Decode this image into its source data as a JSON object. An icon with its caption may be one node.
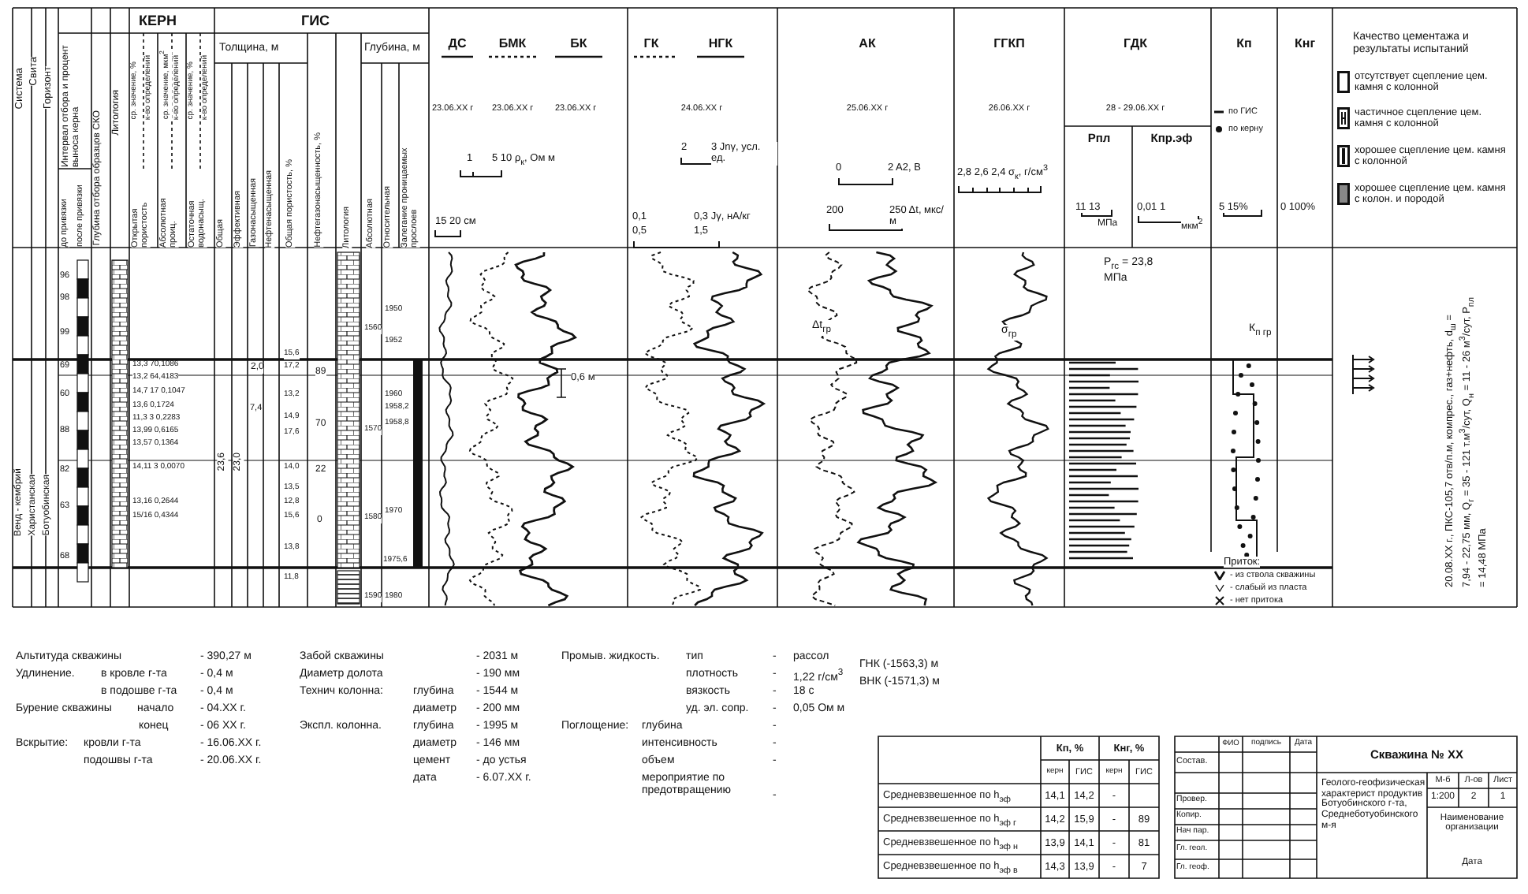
{
  "diagram": {
    "labels": [
      "КЕРН",
      "ГИС",
      "Система",
      "Свита",
      "Горизонт",
      "Интервал отбора и процент выноса керна",
      "до привязки",
      "после привязки",
      "Глубина отбора образцов СКО",
      "Литология",
      "ср. значение, %",
      "к-во определений",
      "ср. значение, мкм$^{2}$",
      "к-во определений",
      "ср. значение, %",
      "к-во определений",
      "Открытая пористость",
      "Абсолютная проиц.",
      "Остаточная водонасыщ.",
      "Толщина, м",
      "Общая",
      "Эффективная",
      "Газонасыщенная",
      "Нефтенасыщенная",
      "Общая пористость, %",
      "Нефтегазонасыщенность, %",
      "Литология",
      "Глубина, м",
      "Абсолютная",
      "Относительная",
      "Залегание проницаемых прослоев",
      "ДС",
      "БМК",
      "БК",
      "ГК",
      "НГК",
      "АК",
      "ГГКП",
      "ГДК",
      "Кп",
      "Кнг",
      "23.06.XX г",
      "23.06.XX г",
      "23.06.XX г",
      "24.06.XX г",
      "25.06.XX г",
      "26.06.XX г",
      "28 - 29.06.XX г",
      "1",
      "5 10 ρ$_{к}$, Ом м",
      "15 20 см",
      "2",
      "3 Jnγ, усл. ед.",
      "0,1",
      "0,5",
      "0,3 Jγ, нА/кг",
      "1,5",
      "0",
      "2 A2, B",
      "200",
      "250 Δt, мкс/м",
      "2,8 2,6 2,4 σ$_{к}$, г/см$^{3}$",
      "Рпл",
      "Кпр.эф",
      "11 13",
      "МПа",
      "0,01 1",
      "мкм$^{2}$",
      "5 15%",
      "0 100%",
      "Качество цементажа и результаты испытаний",
      "Венд - кембрий",
      "Харистанская",
      "Ботуобинская",
      "96",
      "98",
      "99",
      "69",
      "60",
      "88",
      "82",
      "63",
      "68",
      "13,3 70,1086",
      "13,2 64,4183",
      "14,7 17 0,1047",
      "13,6 0,1724",
      "11,3 3 0,2283",
      "13,99 0,6165",
      "13,57 0,1364",
      "14,11 3 0,0070",
      "13,16 0,2644",
      "15/16 0,4344",
      "23,6",
      "23,0",
      "2,0",
      "7,4",
      "15,6",
      "17,2",
      "13,2",
      "14,9",
      "17,6",
      "14,0",
      "13,5",
      "12,8",
      "15,6",
      "13,8",
      "11,8",
      "89",
      "70",
      "22",
      "0",
      "1560",
      "1950",
      "1952",
      "1960",
      "1958,2",
      "1570",
      "1958,8",
      "1580",
      "1970",
      "1975,6",
      "1590",
      "1980",
      "0,6 м",
      "Δt$_{гр}$",
      "σ$_{гр}$",
      "Р$_{гс}$ = 23,8 МПа",
      "К$_{п гр}$",
      "Приток:",
      "20.08.XX г., ПКС-105,7 отв/п.м, компрес., газ+нефть, d$_{ш}$ = 7,94 - 22,75 мм, Q$_{г}$ = 35 - 121 т.м$^{3}$/сут, Q$_{н}$ = 11 - 26 м$^{3}$/сут, Р$_{пл}$ = 14,48 МПа",
      "Альтитуда скважины",
      "- 390,27 м",
      "Удлинение.",
      "в кровле г-та",
      "- 0,4 м",
      "в подошве г-та",
      "- 0,4 м",
      "Бурение скважины",
      "начало",
      "- 04.XX г.",
      "конец",
      "- 06 XX г.",
      "Вскрытие:",
      "кровли г-та",
      "- 16.06.XX г.",
      "подошвы г-та",
      "- 20.06.XX г.",
      "Забой скважины",
      "- 2031 м",
      "Диаметр долота",
      "- 190 мм",
      "Технич колонна:",
      "глубина",
      "- 1544 м",
      "диаметр",
      "- 200 мм",
      "Экспл. колонна.",
      "глубина",
      "- 1995 м",
      "диаметр",
      "- 146 мм",
      "цемент",
      "- до устья",
      "дата",
      "- 6.07.XX г.",
      "Промыв. жидкость.",
      "тип",
      "-",
      "рассол",
      "плотность",
      "-",
      "1,22 г/см$^{3}$",
      "вязкость",
      "-",
      "18 с",
      "уд. эл. сопр.",
      "-",
      "0,05 Ом м",
      "Поглощение:",
      "глубина",
      "-",
      "интенсивность",
      "-",
      "объем",
      "-",
      "мероприятие по предотвращению",
      "-",
      "ГНК (-1563,3) м",
      "ВНК (-1571,3) м",
      "Кп, %",
      "Кнг, %",
      "керн",
      "ГИС",
      "керн",
      "ГИС",
      "Средневзвешенное по h$_{эф}$",
      "14,1",
      "14,2",
      "-",
      "Средневзвешенное по h$_{эф г}$",
      "14,2",
      "15,9",
      "-",
      "89",
      "Средневзвешенное по h$_{эф н}$",
      "13,9",
      "14,1",
      "-",
      "81",
      "Средневзвешенное по h$_{эф в}$",
      "14,3",
      "13,9",
      "-",
      "7",
      "ФИО",
      "подпись",
      "Дата",
      "Состав.",
      "Провер.",
      "Копир.",
      "Нач пар.",
      "Гл. геол.",
      "Гл. геоф.",
      "Скважина № XX",
      "Геолого-геофизическая характерист продуктив Ботуобинского г-та, Среднеботуобинского м-я",
      "М-б",
      "Л-ов",
      "Лист",
      "1:200",
      "2",
      "1",
      "Наименование организации",
      "Дата"
    ],
    "legend": [
      {
        "text": "отсутствует сцепление цем. камня с колонной"
      },
      {
        "text": "частичное сцепление цем. камня с колонной"
      },
      {
        "text": "хорошее сцепление цем. камня с колонной"
      },
      {
        "text": "хорошее сцепление цем. камня с колон. и породой"
      },
      {
        "text": "по ГИС"
      },
      {
        "text": "по керну"
      },
      {
        "text": "- из ствола скважины"
      },
      {
        "text": "- слабый из пласта"
      },
      {
        "text": "- нет притока"
      }
    ]
  }
}
